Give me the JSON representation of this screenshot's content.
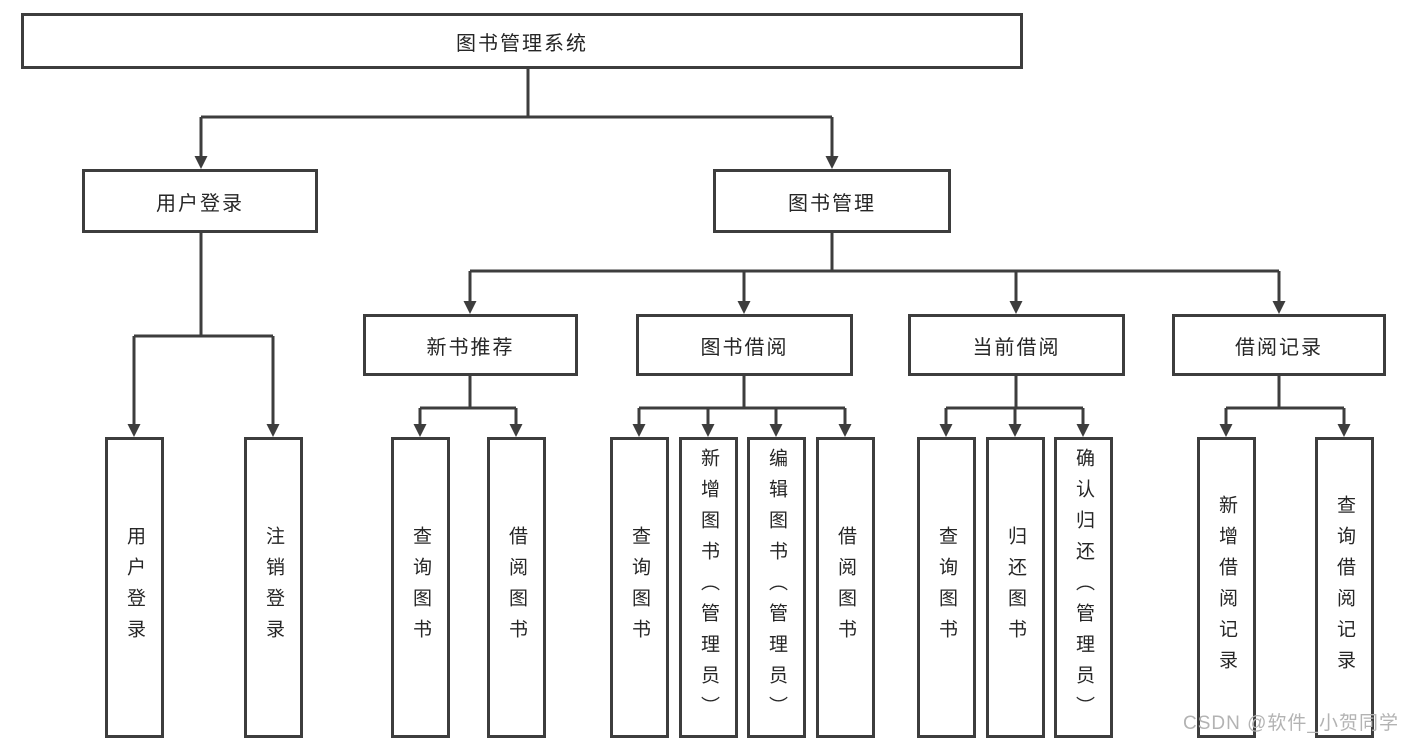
{
  "colors": {
    "line": "#3d3d3d",
    "box_border": "#3d3d3d",
    "text": "#262626",
    "background": "#ffffff",
    "watermark": "#b3b3b3"
  },
  "watermark": {
    "text": "CSDN @软件_小贺同学"
  },
  "tree": {
    "root": {
      "label": "图书管理系统"
    },
    "branches": [
      {
        "label": "用户登录",
        "children": [
          {
            "label": "用户登录"
          },
          {
            "label": "注销登录"
          }
        ]
      },
      {
        "label": "图书管理",
        "children": [
          {
            "label": "新书推荐",
            "children": [
              {
                "label": "查询图书"
              },
              {
                "label": "借阅图书"
              }
            ]
          },
          {
            "label": "图书借阅",
            "children": [
              {
                "label": "查询图书"
              },
              {
                "label": "新增图书（管理员）"
              },
              {
                "label": "编辑图书（管理员）"
              },
              {
                "label": "借阅图书"
              }
            ]
          },
          {
            "label": "当前借阅",
            "children": [
              {
                "label": "查询图书"
              },
              {
                "label": "归还图书"
              },
              {
                "label": "确认归还（管理员）"
              }
            ]
          },
          {
            "label": "借阅记录",
            "children": [
              {
                "label": "新增借阅记录"
              },
              {
                "label": "查询借阅记录"
              }
            ]
          }
        ]
      }
    ]
  }
}
